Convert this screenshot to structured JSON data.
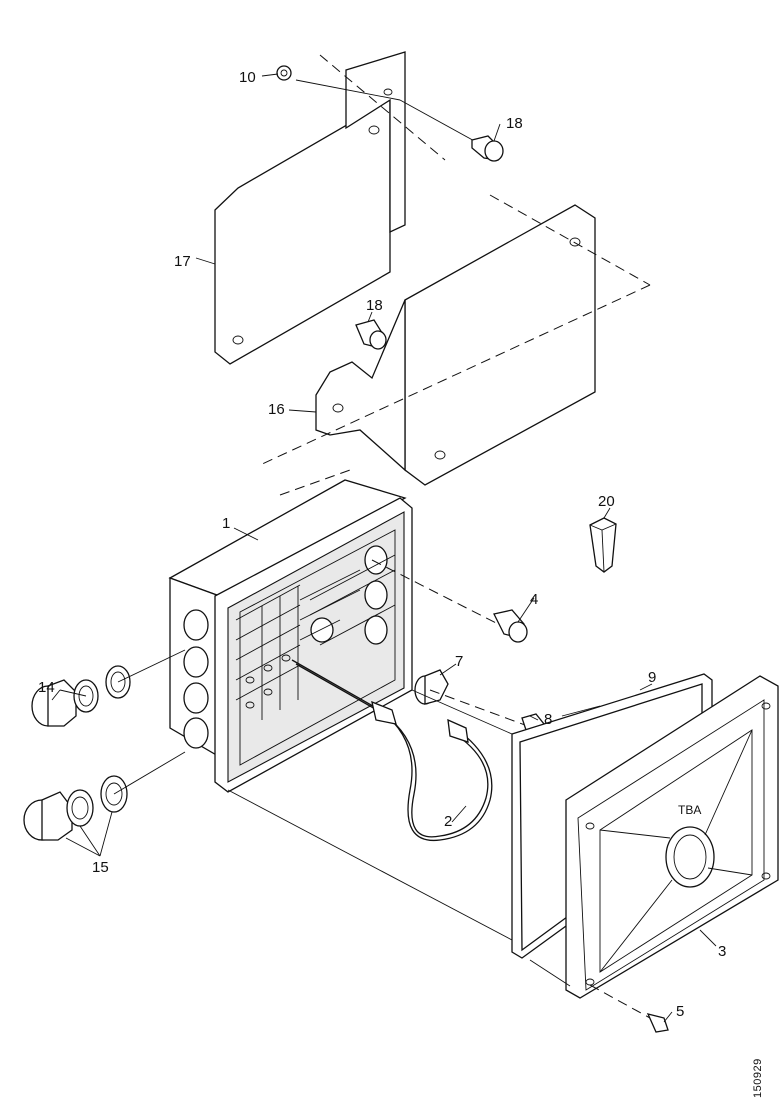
{
  "diagram": {
    "part_labels": {
      "p1": "1",
      "p2": "2",
      "p3": "3",
      "p4": "4",
      "p5": "5",
      "p7": "7",
      "p8": "8",
      "p9": "9",
      "p10": "10",
      "p14": "14",
      "p15": "15",
      "p16": "16",
      "p17": "17",
      "p18a": "18",
      "p18b": "18",
      "p20": "20"
    },
    "cover_label": "TBA",
    "document_id": "150929"
  }
}
